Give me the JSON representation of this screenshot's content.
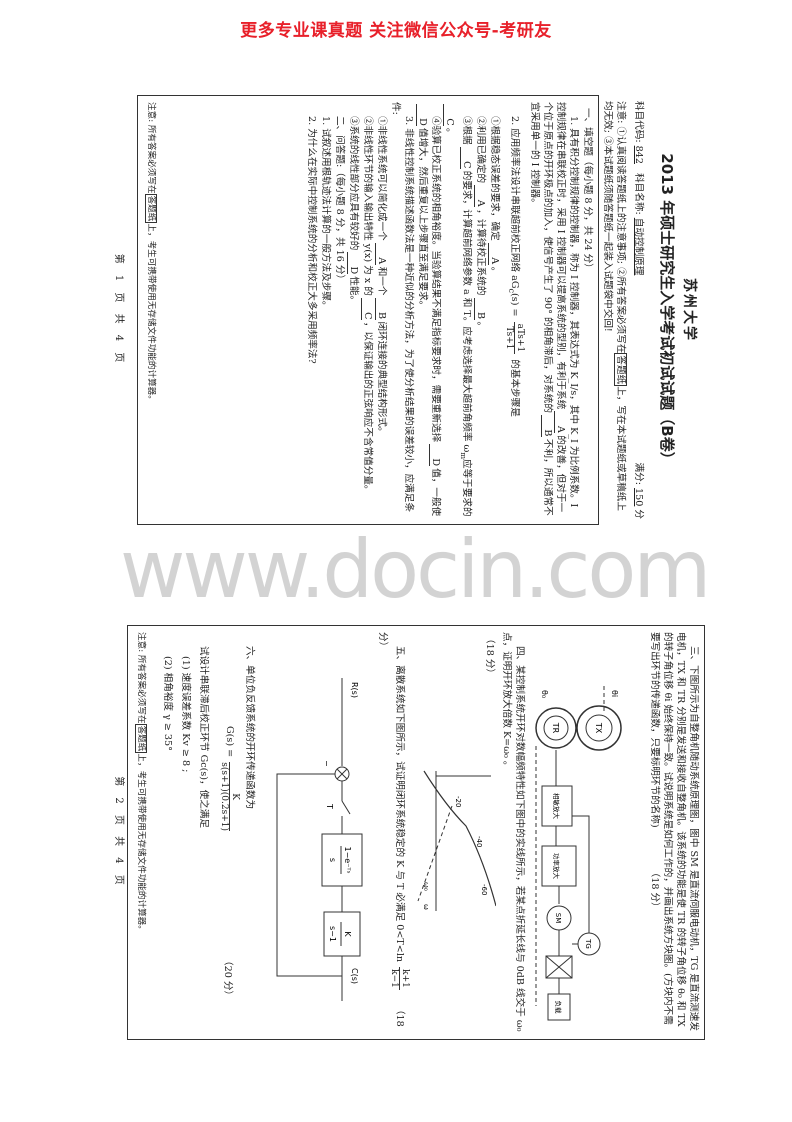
{
  "banner": "更多专业课真题 关注微信公众号-考研友",
  "watermark": "www.docin.com",
  "page1": {
    "school": "苏州大学",
    "title": "2013 年硕士研究生入学考试初试试题（B卷）",
    "code_label": "科目代码:",
    "code": "842",
    "name_label": "科目名称:",
    "name": "自动控制原理",
    "score_label": "满分:",
    "score": "150",
    "score_unit": "分",
    "notice": [
      "注意: ①认真阅读答题纸上的注意事项; ②所有答案必须写在",
      "答题纸",
      "上，写在本试题纸或草稿纸上均无效; ③本试题纸须随答题纸一起装入试题袋中交回!"
    ],
    "s1_title": "一、填空题（每小题 8 分，共 24 分）",
    "q1": [
      "1. 具有积分控制规律的控制器，称为 I 控制器，其表达式为 K_I/s，其中 K_I 为比例系数。I 控制规律在串联校正时，采用 I 控制器可以提高系统的型别，有利于系统",
      {
        "u": "A"
      },
      "的改善，但对于一个位于原点的开环极点的加入，使信号产生了 90° 的相角滞后，对系统的",
      {
        "u": "B"
      },
      "不利，所以通常不宜采用单一的 I 控制器。"
    ],
    "q2_a": "2. 应用频率法设计串联超前校正网络 aG",
    "q2_b": "c",
    "q2_c": "(s) =",
    "q2_num": "aTs+1",
    "q2_den": "Ts+1",
    "q2_d": "的基本步骤是",
    "q2_1": [
      "①根据稳态误差的要求，确定",
      {
        "u": "A"
      },
      "。"
    ],
    "q2_2": [
      "②利用已确定的",
      {
        "u": "A"
      },
      "，计算待校正系统的",
      {
        "u": "B"
      },
      "。"
    ],
    "q2_3": [
      "③根据",
      {
        "u": "C"
      },
      "的要求，计算超前网络参数 a 和 T。应考虑选择最大超前角频率 ω",
      "m",
      "应等于要求的",
      {
        "u": "C"
      },
      "。"
    ],
    "q2_4": [
      "④验算已校正系统的相角裕度。当验算结果不满足指标要求时，需要重新选择",
      {
        "u": "D"
      },
      "值，一般使",
      {
        "u": "D"
      },
      "值增大，然后重复以上步骤直至满足要求。"
    ],
    "q3": "3. 非线性控制系统描述函数法是一种近似的分析方法，为了使分析结果的误差较小，应满足条件:",
    "q3_1": [
      "①非线性系统可以简化成一个",
      {
        "u": "A"
      },
      "和一个",
      {
        "u": "B"
      },
      "闭环连接的典型结构形式。"
    ],
    "q3_2": [
      "②非线性环节的输入输出特性 y(x) 为 x 的",
      {
        "u": "C"
      },
      "，以保证输出的正弦响应不含常值分量。"
    ],
    "q3_3": [
      "③系统的线性部分应具有较好的",
      {
        "u": "D"
      },
      "性能。"
    ],
    "s2_title": "二、问答题:（每小题 8 分，共 16 分）",
    "s2_q1": "1. 试叙述用根轨迹法计算的一般方法及步骤。",
    "s2_q2": "2. 为什么在实际中控制系统的分析和校正大多采用频率法?",
    "footer": [
      "注意: 所有答案必须写在",
      "答题纸",
      "上，考生可携带使用无存储文件功能的计算器。"
    ],
    "page_no": "第 1 页  共 4 页"
  },
  "page2": {
    "q3": "三、下图所示为自整角机随动系统原理图，图中 SM 是直流伺服电动机，TG 是直流测速发电机，TX 和 TR 分别是发送和接收自整角机。该系统的功能是使 TR 的转子角位移 θ₀ 和 TX 的转子角位移 θi 始终保持一致。试说明系统是如何工作的，并画出系统方块图。(方块内不需要写出环节的传递函数，只要标明环节的名称)",
    "q3_score": "（18 分）",
    "diagram1": {
      "tx": "TX",
      "tr": "TR",
      "amp1": "相敏放大",
      "amp2": "功率放大",
      "sm": "SM",
      "tg": "TG",
      "load": "负载",
      "theta_i": "θi",
      "theta_o": "θ₀"
    },
    "q4": "四、某控制系统开环对数幅频特性如下图中的实线所示，若某点折延长线与 0dB 线交于 ω₀ 点，证明开环放大倍数 K=ω₀ 。",
    "q4_score": "（18 分）",
    "bode": {
      "s1": "-20",
      "s2": "-40",
      "s3": "-60",
      "w0": "ω₀",
      "w": "ω"
    },
    "q5_a": "五、离散系统如下图所示，试证明闭环系统稳定的 K 与 T 必满足 0<T<ln",
    "q5_num": "k+1",
    "q5_den": "k−1",
    "q5_score": "（18 分）",
    "diagram2": {
      "input": "R(s)",
      "minus": "−",
      "sampler": "T",
      "zoh_num": "1−e⁻ᵀˢ",
      "zoh_den": "s",
      "plant_num": "K",
      "plant_den": "s−1",
      "output": "C(s)"
    },
    "q6": "六、单位负反馈系统的开环传递函数为",
    "q6_g": "G(s) =",
    "q6_num": "K",
    "q6_den": "s(s+1)(0.2s+1)",
    "q6_score": "（20 分）",
    "q6_task": "试设计串联滞后校正环节 Gc(s)，使之满足",
    "q6_c1": "(1) 速度误差系数 Kv ≥ 8 ;",
    "q6_c2": "(2) 相角裕度 γ ≥ 35°",
    "footer": [
      "注意: 所有答案必须写在",
      "答题纸",
      "上，考生可携带使用无存储文件功能的计算器。"
    ],
    "page_no": "第 2 页  共 4 页"
  }
}
